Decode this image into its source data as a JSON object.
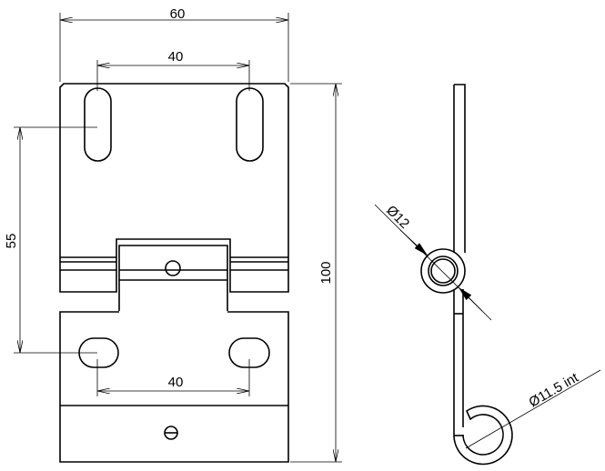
{
  "drawing": {
    "dimensions": {
      "overall_width": "60",
      "top_slot_spacing": "40",
      "bottom_slot_spacing": "40",
      "slot_vertical_spacing": "55",
      "overall_height": "100",
      "pin_diameter": "Ø12",
      "hook_diameter": "Ø11.5 int"
    }
  }
}
